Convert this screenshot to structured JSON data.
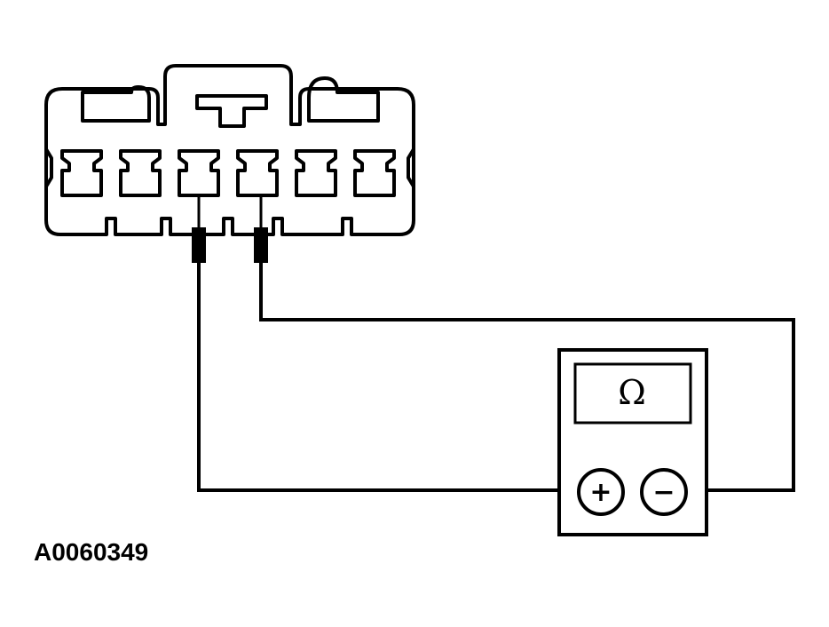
{
  "figure_id": "A0060349",
  "meter": {
    "display_symbol": "Ω",
    "positive_label": "+",
    "negative_label": "−"
  },
  "connector": {
    "terminal_count": 6,
    "probed_terminals": [
      3,
      4
    ]
  },
  "colors": {
    "line": "#000000",
    "background": "#ffffff"
  }
}
